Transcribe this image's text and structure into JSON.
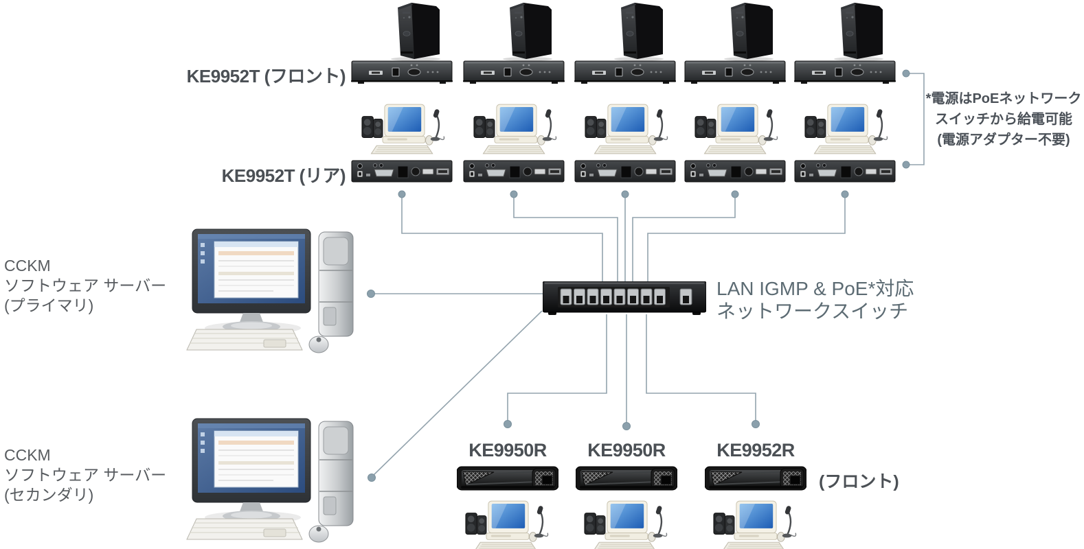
{
  "diagram": {
    "tx_front_label": "KE9952T (フロント)",
    "tx_rear_label": "KE9952T (リア)",
    "power_note": {
      "line1": "*電源はPoEネットワーク",
      "line2": "スイッチから給電可能",
      "line3": "(電源アダプター不要)"
    },
    "switch_label": {
      "line1": "LAN IGMP & PoE*対応",
      "line2": "ネットワークスイッチ"
    },
    "server_primary": {
      "line1": "CCKM",
      "line2": "ソフトウェア サーバー",
      "line3": "(プライマリ)"
    },
    "server_secondary": {
      "line1": "CCKM",
      "line2": "ソフトウェア サーバー",
      "line3": "(セカンダリ)"
    },
    "receivers": [
      {
        "label": "KE9950R"
      },
      {
        "label": "KE9950R"
      },
      {
        "label": "KE9952R"
      }
    ],
    "receiver_front_note": "(フロント)",
    "counts": {
      "transmitter_columns": 5,
      "receiver_columns": 3
    },
    "colors": {
      "background": "#ffffff",
      "connector_line": "#93a3ad",
      "connector_dot": "#8ba0ac",
      "label_text": "#4b5055",
      "switch_label_text": "#5c6b73",
      "screen_blue": "#2f6fd0"
    }
  }
}
